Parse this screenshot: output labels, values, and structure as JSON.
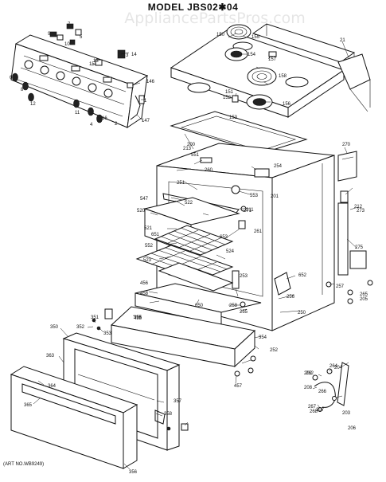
{
  "title": "MODEL JBS02✱04",
  "watermark": "AppliancePartsPros.com",
  "footnote": "(ART NO.WB9249)",
  "part_labels": {
    "p1": "1",
    "p2": "2",
    "p3": "3",
    "p4": "4",
    "p5": "5",
    "p6": "6",
    "p7": "7",
    "p8": "8",
    "p9": "9",
    "p10": "10",
    "p11": "11",
    "p12": "12",
    "p13": "13",
    "p14": "14",
    "p15": "15",
    "p16": "16",
    "p21": "21",
    "p146": "146",
    "p147": "147",
    "p150": "150",
    "p151": "151",
    "p152": "152",
    "p153": "153",
    "p154": "154",
    "p155": "155",
    "p156": "156",
    "p157": "157",
    "p158": "158",
    "p200": "200",
    "p201": "201",
    "p202": "202",
    "p203": "203",
    "p204": "204",
    "p205": "205",
    "p206": "206",
    "p207": "207",
    "p208": "208",
    "p211": "211",
    "p212": "212",
    "p213": "213",
    "p250": "250",
    "p251": "251",
    "p252": "252",
    "p253": "253",
    "p254": "254",
    "p255": "255",
    "p256": "256",
    "p257": "257",
    "p258": "258",
    "p260": "260",
    "p261": "261",
    "p262": "262",
    "p264": "264",
    "p265": "265",
    "p266": "266",
    "p267": "267",
    "p268": "268",
    "p270": "270",
    "p271": "271",
    "p273": "273",
    "p275": "275",
    "p350": "350",
    "p351": "351",
    "p352": "352",
    "p353": "353",
    "p354": "354",
    "p355": "355",
    "p356": "356",
    "p357": "357",
    "p358": "358",
    "p363": "363",
    "p364": "364",
    "p365": "365",
    "p455": "455",
    "p456": "456",
    "p457": "457",
    "p458": "458",
    "p520": "520",
    "p521": "521",
    "p522": "522",
    "p523": "523",
    "p524": "524",
    "p547": "547",
    "p551": "551",
    "p552": "552",
    "p553": "553",
    "p650": "650",
    "p651": "651",
    "p652": "652",
    "p653": "653"
  }
}
